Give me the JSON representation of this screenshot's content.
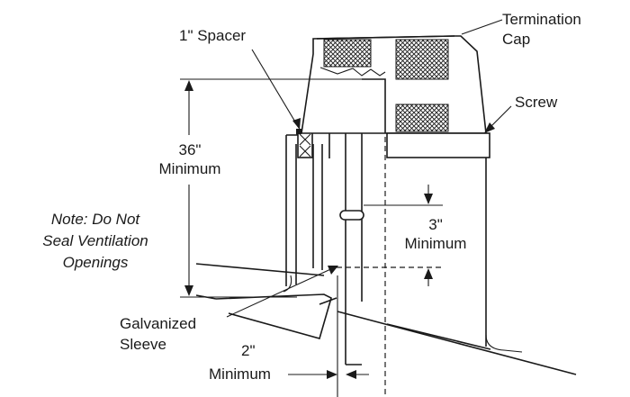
{
  "labels": {
    "termination_cap_line1": "Termination",
    "termination_cap_line2": "Cap",
    "spacer": "1\" Spacer",
    "screw": "Screw",
    "height_value": "36\"",
    "height_unit": "Minimum",
    "note_line1": "Note: Do Not",
    "note_line2": "Seal Ventilation",
    "note_line3": "Openings",
    "gap_value": "3\"",
    "gap_unit": "Minimum",
    "sleeve_line1": "Galvanized",
    "sleeve_line2": "Sleeve",
    "clearance_value": "2\"",
    "clearance_unit": "Minimum"
  },
  "colors": {
    "line": "#1a1a1a",
    "background": "#ffffff"
  }
}
